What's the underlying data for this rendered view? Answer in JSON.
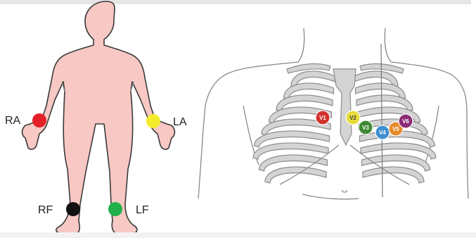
{
  "limb_leads": [
    {
      "id": "ra",
      "label": "RA",
      "color": "#e32026"
    },
    {
      "id": "la",
      "label": "LA",
      "color": "#f4ec2b"
    },
    {
      "id": "rf",
      "label": "RF",
      "color": "#111111"
    },
    {
      "id": "lf",
      "label": "LF",
      "color": "#21b14b"
    }
  ],
  "chest_leads": [
    {
      "id": "v1",
      "label": "V1",
      "color": "#d2322d"
    },
    {
      "id": "v2",
      "label": "V2",
      "color": "#e8dc3a"
    },
    {
      "id": "v3",
      "label": "V3",
      "color": "#3f8a34"
    },
    {
      "id": "v4",
      "label": "V4",
      "color": "#3d8fd1"
    },
    {
      "id": "v5",
      "label": "V5",
      "color": "#e58a2a"
    },
    {
      "id": "v6",
      "label": "V6",
      "color": "#8b2a74"
    }
  ]
}
